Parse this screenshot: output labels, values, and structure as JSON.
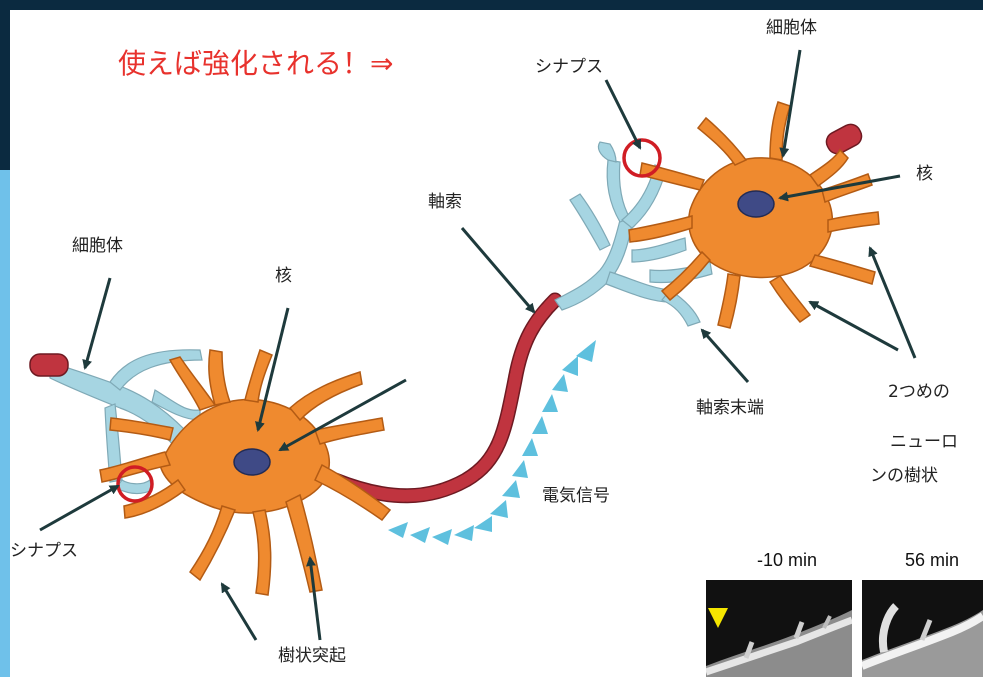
{
  "headline": {
    "text": "使えば強化される！⇒",
    "target": "シナプス"
  },
  "labels": {
    "soma_left": "細胞体",
    "nucleus_left": "核",
    "axon": "軸索",
    "soma_right": "細胞体",
    "nucleus_right": "核",
    "synapse_left": "シナプス",
    "dendrites": "樹状突起",
    "signal": "電気信号",
    "axon_terminal": "軸索末端",
    "second_neuron_1": "2つめの",
    "second_neuron_2": "ニューロ",
    "second_neuron_3": "ンの樹状"
  },
  "micrograph": {
    "time_before": "-10 min",
    "time_after": "56 min"
  },
  "colors": {
    "background": "#0b2a40",
    "side_bar": "#6fc1ea",
    "neuron_body": "#ef8a2f",
    "dendrite_terminal": "#a6d5e2",
    "axon_myelin": "#c0343f",
    "nucleus": "#3f4a86",
    "signal_arrow": "#5ec0de",
    "synapse_circle": "#d01d24",
    "headline": "#e8322d",
    "marker": "#f5e600"
  }
}
